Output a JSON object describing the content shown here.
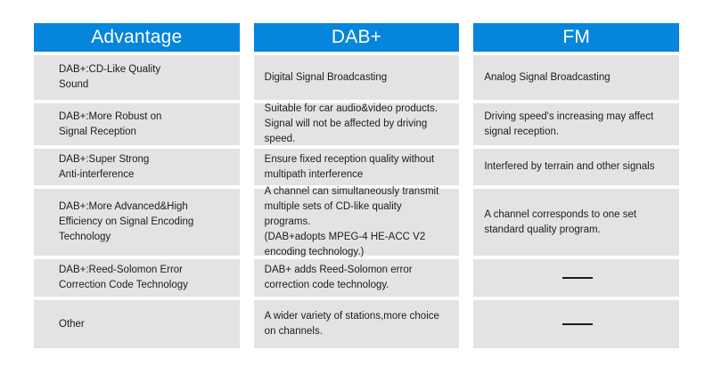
{
  "table": {
    "columns": [
      {
        "id": "advantage",
        "header": "Advantage",
        "cells": [
          "DAB+:CD-Like Quality\nSound",
          "DAB+:More Robust on\nSignal Reception",
          "DAB+:Super Strong\nAnti-interference",
          "DAB+:More Advanced&High\nEfficiency on Signal Encoding\nTechnology",
          "DAB+:Reed-Solomon Error\nCorrection Code Technology",
          "Other"
        ]
      },
      {
        "id": "dabplus",
        "header": "DAB+",
        "cells": [
          "Digital Signal Broadcasting",
          "Suitable for car audio&video products.\nSignal will not be affected by driving\nspeed.",
          "Ensure fixed reception quality without\nmultipath interference",
          "A channel can simultaneously transmit\nmultiple sets of CD-like quality programs.\n(DAB+adopts MPEG-4 HE-ACC V2\nencoding technology.)",
          "DAB+ adds Reed-Solomon error\ncorrection code technology.",
          "A wider variety of stations,more choice\non channels."
        ]
      },
      {
        "id": "fm",
        "header": "FM",
        "cells": [
          "Analog Signal Broadcasting",
          "Driving speed's increasing may affect\nsignal reception.",
          "Interfered by terrain and other signals",
          "A channel corresponds to one set\nstandard quality program.",
          "——",
          "——"
        ]
      }
    ],
    "colors": {
      "header_background": "#0585DC",
      "header_text": "#FFFFFF",
      "cell_background": "#E3E3E3",
      "cell_text": "#1C1C1C",
      "page_background": "#FFFFFF"
    }
  }
}
